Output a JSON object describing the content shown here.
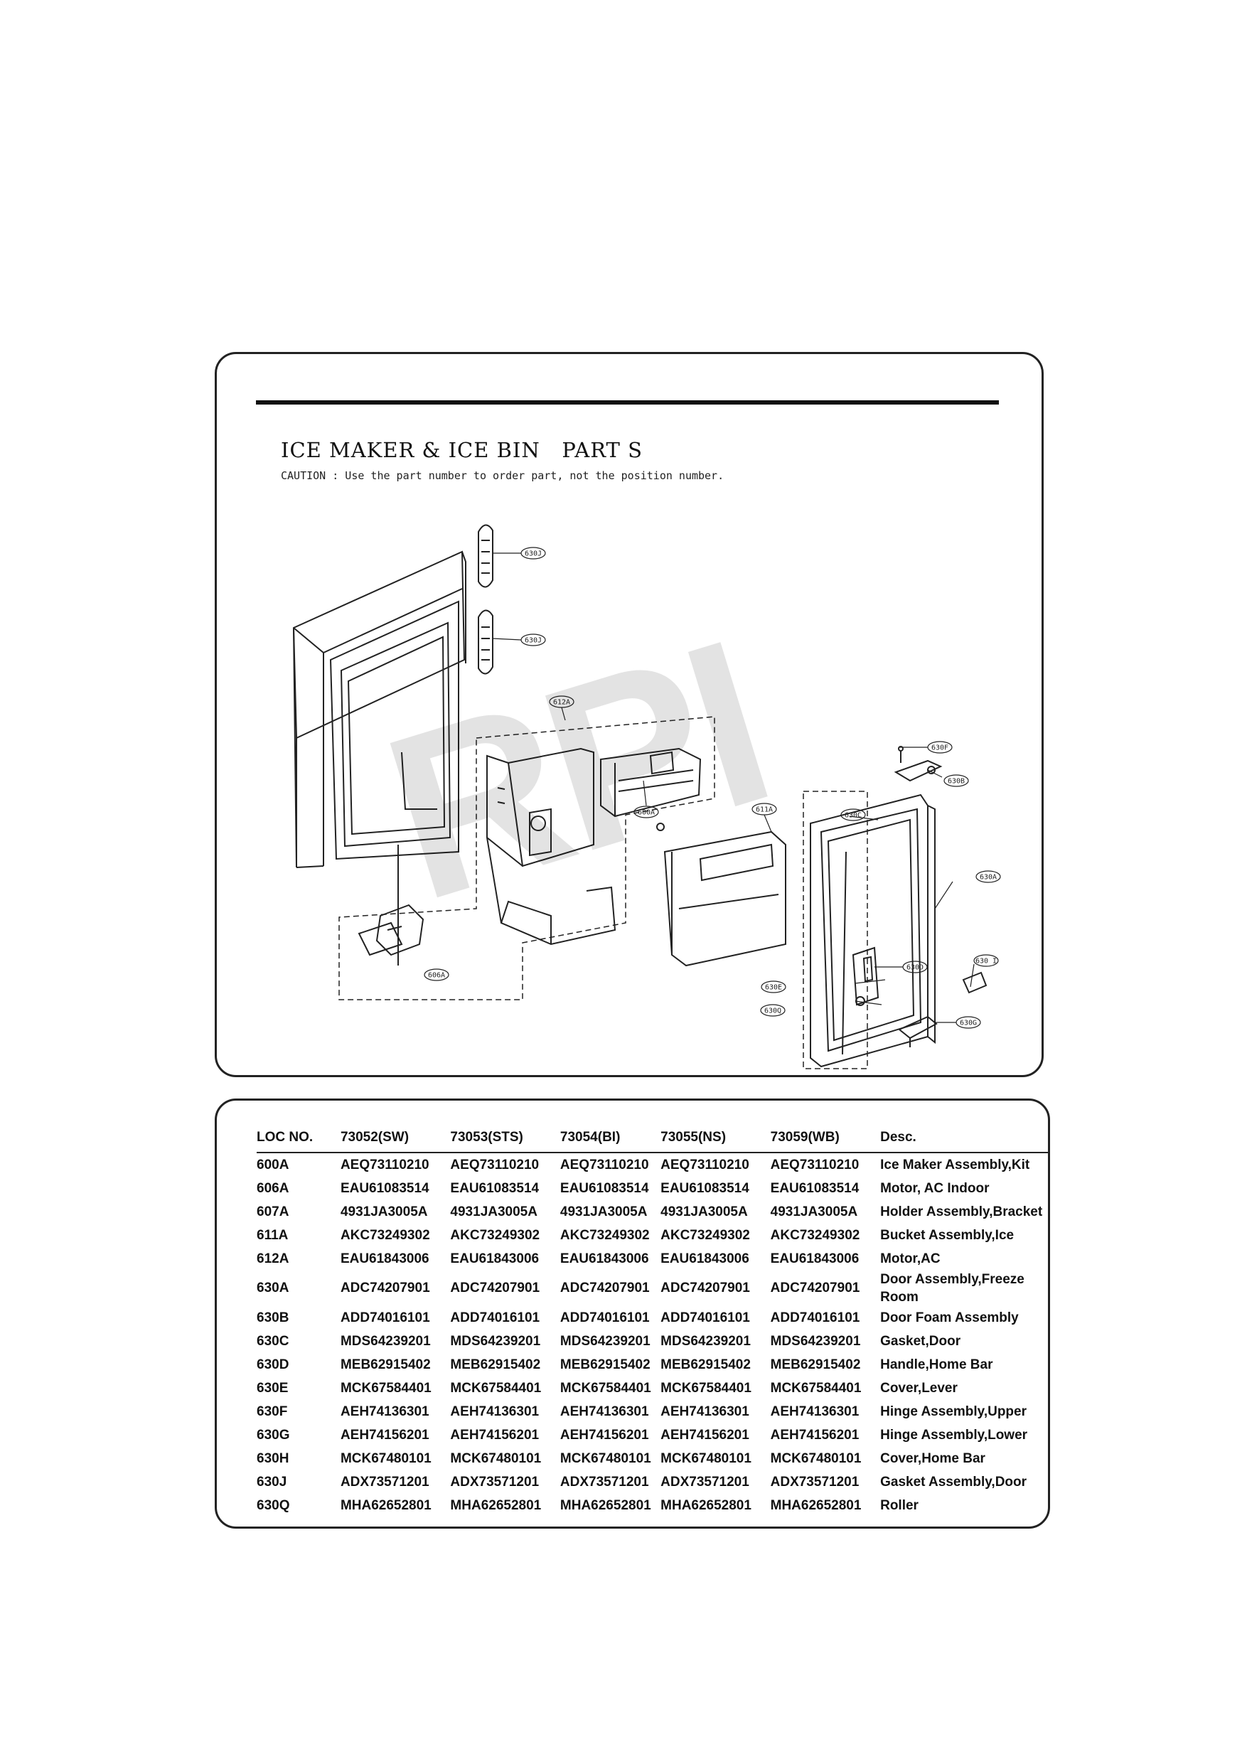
{
  "header": {
    "title": "ICE MAKER & ICE BIN   PART S",
    "caution": "CAUTION : Use the part number to order part, not the position number."
  },
  "watermark": "RPI",
  "diagram": {
    "callouts": [
      "630J",
      "630J",
      "612A",
      "600A",
      "606A",
      "611A",
      "630C",
      "630F",
      "630B",
      "630A",
      "630E",
      "630D",
      "630Q",
      "630 I",
      "630G"
    ]
  },
  "table": {
    "headers": [
      "LOC NO.",
      "73052(SW)",
      "73053(STS)",
      "73054(BI)",
      "73055(NS)",
      "73059(WB)",
      "Desc."
    ],
    "rows": [
      [
        "600A",
        "AEQ73110210",
        "AEQ73110210",
        "AEQ73110210",
        "AEQ73110210",
        "AEQ73110210",
        "Ice Maker Assembly,Kit"
      ],
      [
        "606A",
        "EAU61083514",
        "EAU61083514",
        "EAU61083514",
        "EAU61083514",
        "EAU61083514",
        "Motor, AC Indoor"
      ],
      [
        "607A",
        "4931JA3005A",
        "4931JA3005A",
        "4931JA3005A",
        "4931JA3005A",
        "4931JA3005A",
        "Holder Assembly,Bracket"
      ],
      [
        "611A",
        "AKC73249302",
        "AKC73249302",
        "AKC73249302",
        "AKC73249302",
        "AKC73249302",
        "Bucket Assembly,Ice"
      ],
      [
        "612A",
        "EAU61843006",
        "EAU61843006",
        "EAU61843006",
        "EAU61843006",
        "EAU61843006",
        "Motor,AC"
      ],
      [
        "630A",
        "ADC74207901",
        "ADC74207901",
        "ADC74207901",
        "ADC74207901",
        "ADC74207901",
        "Door Assembly,Freeze Room"
      ],
      [
        "630B",
        "ADD74016101",
        "ADD74016101",
        "ADD74016101",
        "ADD74016101",
        "ADD74016101",
        "Door Foam Assembly"
      ],
      [
        "630C",
        "MDS64239201",
        "MDS64239201",
        "MDS64239201",
        "MDS64239201",
        "MDS64239201",
        "Gasket,Door"
      ],
      [
        "630D",
        "MEB62915402",
        "MEB62915402",
        "MEB62915402",
        "MEB62915402",
        "MEB62915402",
        "Handle,Home Bar"
      ],
      [
        "630E",
        "MCK67584401",
        "MCK67584401",
        "MCK67584401",
        "MCK67584401",
        "MCK67584401",
        "Cover,Lever"
      ],
      [
        "630F",
        "AEH74136301",
        "AEH74136301",
        "AEH74136301",
        "AEH74136301",
        "AEH74136301",
        "Hinge Assembly,Upper"
      ],
      [
        "630G",
        "AEH74156201",
        "AEH74156201",
        "AEH74156201",
        "AEH74156201",
        "AEH74156201",
        "Hinge Assembly,Lower"
      ],
      [
        "630H",
        "MCK67480101",
        "MCK67480101",
        "MCK67480101",
        "MCK67480101",
        "MCK67480101",
        "Cover,Home Bar"
      ],
      [
        "630J",
        "ADX73571201",
        "ADX73571201",
        "ADX73571201",
        "ADX73571201",
        "ADX73571201",
        "Gasket Assembly,Door"
      ],
      [
        "630Q",
        "MHA62652801",
        "MHA62652801",
        "MHA62652801",
        "MHA62652801",
        "MHA62652801",
        "Roller"
      ]
    ]
  }
}
